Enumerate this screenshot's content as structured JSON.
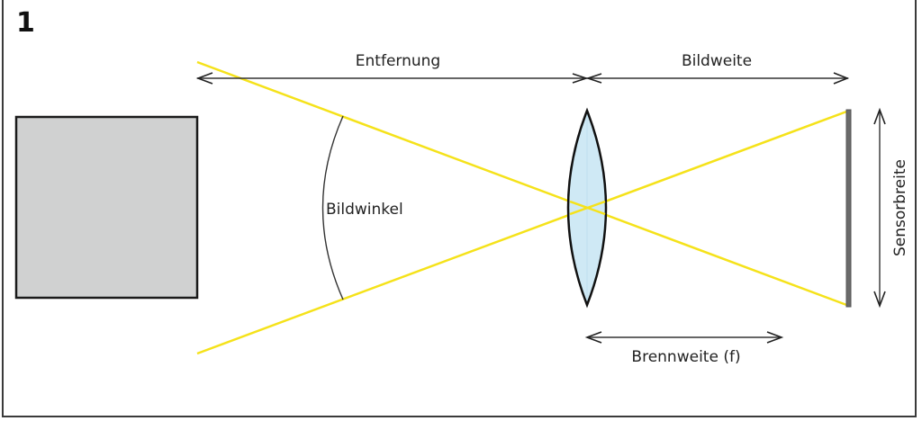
{
  "figure": {
    "panel_number": "1",
    "labels": {
      "distance": "Entfernung",
      "image_distance": "Bildweite",
      "angle_of_view": "Bildwinkel",
      "focal_length": "Brennweite (f)",
      "sensor_width": "Sensorbreite"
    },
    "colors": {
      "rays": "#f5e21a",
      "object_fill": "#d0d1d1",
      "lens_fill": "#cfe9f5",
      "sensor": "#6b6b6b",
      "lines": "#222222"
    }
  }
}
